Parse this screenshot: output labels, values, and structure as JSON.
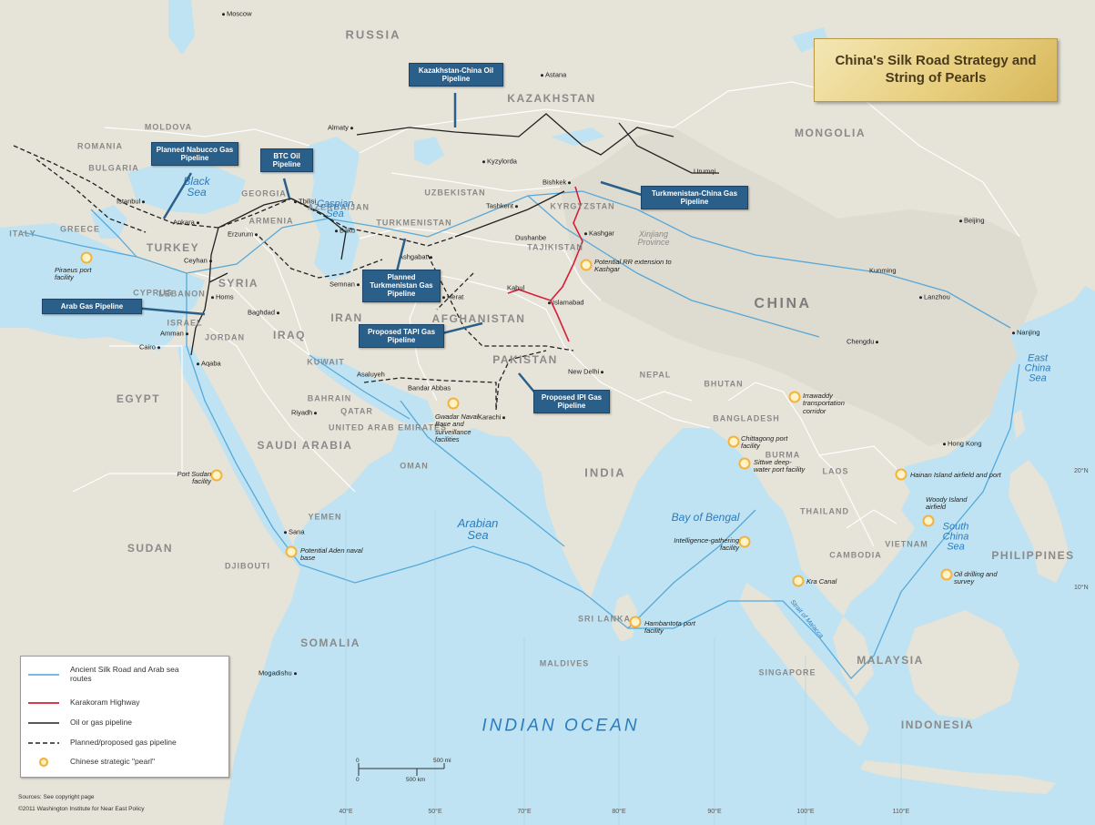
{
  "title": "China's Silk Road Strategy and String of Pearls",
  "countries": [
    {
      "name": "RUSSIA",
      "size": "mid"
    },
    {
      "name": "KAZAKHSTAN",
      "size": ""
    },
    {
      "name": "MONGOLIA",
      "size": ""
    },
    {
      "name": "CHINA",
      "size": "big"
    },
    {
      "name": "ROMANIA",
      "size": "sm"
    },
    {
      "name": "MOLDOVA",
      "size": "sm"
    },
    {
      "name": "BULGARIA",
      "size": "sm"
    },
    {
      "name": "TURKEY",
      "size": ""
    },
    {
      "name": "GEORGIA",
      "size": "sm"
    },
    {
      "name": "ARMENIA",
      "size": "sm"
    },
    {
      "name": "AZERBAIJAN",
      "size": "sm"
    },
    {
      "name": "UZBEKISTAN",
      "size": "sm"
    },
    {
      "name": "KYRGYZSTAN",
      "size": "sm"
    },
    {
      "name": "TURKMENISTAN",
      "size": "sm"
    },
    {
      "name": "TAJIKISTAN",
      "size": "sm"
    },
    {
      "name": "SYRIA",
      "size": ""
    },
    {
      "name": "LEBANON",
      "size": "sm"
    },
    {
      "name": "ISRAEL",
      "size": "sm"
    },
    {
      "name": "JORDAN",
      "size": "sm"
    },
    {
      "name": "IRAQ",
      "size": ""
    },
    {
      "name": "IRAN",
      "size": ""
    },
    {
      "name": "AFGHANISTAN",
      "size": ""
    },
    {
      "name": "PAKISTAN",
      "size": ""
    },
    {
      "name": "NEPAL",
      "size": "sm"
    },
    {
      "name": "BHUTAN",
      "size": "sm"
    },
    {
      "name": "BANGLADESH",
      "size": "sm"
    },
    {
      "name": "BURMA",
      "size": "sm"
    },
    {
      "name": "INDIA",
      "size": "mid"
    },
    {
      "name": "LAOS",
      "size": "sm"
    },
    {
      "name": "THAILAND",
      "size": "sm"
    },
    {
      "name": "CAMBODIA",
      "size": "sm"
    },
    {
      "name": "VIETNAM",
      "size": "sm"
    },
    {
      "name": "PHILIPPINES",
      "size": ""
    },
    {
      "name": "MALAYSIA",
      "size": ""
    },
    {
      "name": "SINGAPORE",
      "size": "sm"
    },
    {
      "name": "INDONESIA",
      "size": ""
    },
    {
      "name": "SRI LANKA",
      "size": "sm"
    },
    {
      "name": "MALDIVES",
      "size": "sm"
    },
    {
      "name": "EGYPT",
      "size": ""
    },
    {
      "name": "SUDAN",
      "size": ""
    },
    {
      "name": "SAUDI ARABIA",
      "size": ""
    },
    {
      "name": "KUWAIT",
      "size": "sm"
    },
    {
      "name": "BAHRAIN",
      "size": "sm"
    },
    {
      "name": "QATAR",
      "size": "sm"
    },
    {
      "name": "UNITED ARAB EMIRATES",
      "size": "sm"
    },
    {
      "name": "OMAN",
      "size": "sm"
    },
    {
      "name": "YEMEN",
      "size": "sm"
    },
    {
      "name": "DJIBOUTI",
      "size": "sm"
    },
    {
      "name": "SOMALIA",
      "size": ""
    },
    {
      "name": "ITALY",
      "size": "sm"
    },
    {
      "name": "GREECE",
      "size": "sm"
    },
    {
      "name": "CYPRUS",
      "size": "sm"
    }
  ],
  "seas": [
    {
      "name": "Black Sea"
    },
    {
      "name": "Caspian Sea"
    },
    {
      "name": "Arabian Sea"
    },
    {
      "name": "Bay of Bengal"
    },
    {
      "name": "East China Sea"
    },
    {
      "name": "South China Sea"
    },
    {
      "name": "INDIAN OCEAN",
      "ocean": true
    },
    {
      "name": "Strait of Malacca"
    }
  ],
  "regions": [
    {
      "name": "Xinjiang Province"
    }
  ],
  "cities": [
    {
      "name": "Moscow"
    },
    {
      "name": "Astana"
    },
    {
      "name": "Almaty"
    },
    {
      "name": "Kyzylorda"
    },
    {
      "name": "Bishkek"
    },
    {
      "name": "Urumqi"
    },
    {
      "name": "Tashkent"
    },
    {
      "name": "Dushanbe"
    },
    {
      "name": "Kashgar"
    },
    {
      "name": "Beijing"
    },
    {
      "name": "Lanzhou"
    },
    {
      "name": "Chengdu"
    },
    {
      "name": "Kunming"
    },
    {
      "name": "Nanjing"
    },
    {
      "name": "Hong Kong"
    },
    {
      "name": "Istanbul"
    },
    {
      "name": "Ankara"
    },
    {
      "name": "Tbilisi"
    },
    {
      "name": "Erzurum"
    },
    {
      "name": "Baku"
    },
    {
      "name": "Ceyhan"
    },
    {
      "name": "Homs"
    },
    {
      "name": "Baghdad"
    },
    {
      "name": "Semnan"
    },
    {
      "name": "Ashgabat"
    },
    {
      "name": "Herat"
    },
    {
      "name": "Kabul"
    },
    {
      "name": "Islamabad"
    },
    {
      "name": "New Delhi"
    },
    {
      "name": "Cairo"
    },
    {
      "name": "Amman"
    },
    {
      "name": "Aqaba"
    },
    {
      "name": "Riyadh"
    },
    {
      "name": "Asaluyeh"
    },
    {
      "name": "Bandar Abbas"
    },
    {
      "name": "Karachi"
    },
    {
      "name": "Sana"
    },
    {
      "name": "Mogadishu"
    }
  ],
  "callouts": [
    {
      "text": "Kazakhstan-China Oil Pipeline"
    },
    {
      "text": "Planned Nabucco Gas Pipeline"
    },
    {
      "text": "BTC Oil Pipeline"
    },
    {
      "text": "Turkmenistan-China Gas Pipeline"
    },
    {
      "text": "Planned Turkmenistan Gas Pipeline"
    },
    {
      "text": "Arab Gas Pipeline"
    },
    {
      "text": "Proposed TAPI Gas Pipeline"
    },
    {
      "text": "Proposed IPI Gas Pipeline"
    }
  ],
  "pearls": [
    {
      "label": "Piraeus port facility"
    },
    {
      "label": "Potential RR extension to Kashgar"
    },
    {
      "label": "Gwadar Naval Base and surveillance facilities"
    },
    {
      "label": "Port Sudan facility"
    },
    {
      "label": "Potential Aden naval base"
    },
    {
      "label": "Hambantota port facility"
    },
    {
      "label": "Chittagong port facility"
    },
    {
      "label": "Irrawaddy transportation corridor"
    },
    {
      "label": "Sittwe deep-water port facility"
    },
    {
      "label": "Intelligence-gathering facility"
    },
    {
      "label": "Kra Canal"
    },
    {
      "label": "Hainan Island airfield and port"
    },
    {
      "label": "Woody Island airfield"
    },
    {
      "label": "Oil drilling and survey"
    }
  ],
  "legend": {
    "items": [
      {
        "label": "Ancient Silk Road and Arab sea routes",
        "kind": "silk",
        "color": "#4aa3d8"
      },
      {
        "label": "Karakoram Highway",
        "kind": "karakoram",
        "color": "#d81e3a"
      },
      {
        "label": "Oil or gas pipeline",
        "kind": "pipe",
        "color": "#222222"
      },
      {
        "label": "Planned/proposed gas pipeline",
        "kind": "planned",
        "color": "#222222"
      },
      {
        "label": "Chinese strategic \"pearl\"",
        "kind": "pearl",
        "color": "#f3b33d"
      }
    ]
  },
  "scale": {
    "mi": "500 mi",
    "km": "500 km",
    "zero": "0"
  },
  "source": {
    "line1": "Sources: See copyright page",
    "line2": "©2011 Washington Institute for Near East Policy"
  },
  "longitudes": [
    "40°E",
    "50°E",
    "70°E",
    "80°E",
    "90°E",
    "100°E",
    "110°E"
  ],
  "latitudes": [
    "20°N",
    "10°N"
  ],
  "colors": {
    "water": "#bfe3f2",
    "land": "#e6e3d8",
    "china": "#dedbd0",
    "callout": "#2a5f8a",
    "pearl": "#f3b33d",
    "karakoram": "#d81e3a",
    "silk": "#4aa3d8"
  }
}
